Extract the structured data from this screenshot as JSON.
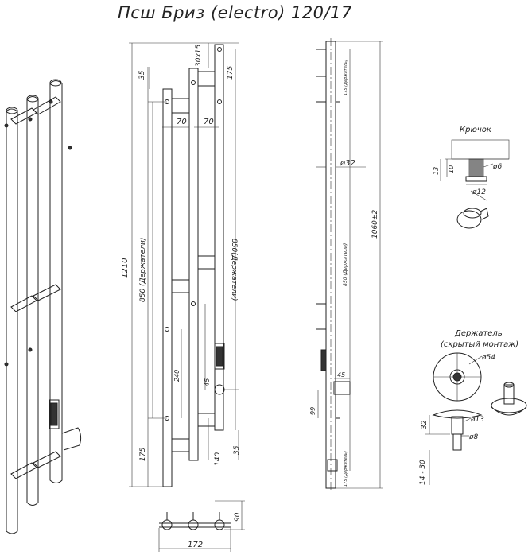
{
  "title": "Псш Бриз (electro) 120/17",
  "labels": {
    "d_35_top": "35",
    "d_30x15": "30x15",
    "d_175_top": "175",
    "d_70_left": "70",
    "d_70_right": "70",
    "d_1210": "1210",
    "d_850_holders_left": "850 (Держатели)",
    "d_850_holders_right": "850(Держатели)",
    "d_240": "240",
    "d_45_front": "45",
    "d_175_bottom": "175",
    "d_140": "140",
    "d_35_bottom": "35",
    "d_90": "90",
    "d_172": "172",
    "d_32_dia": "ø32",
    "d_1060": "1060±2",
    "d_850_side": "850 (Держатели)",
    "d_175_side_top": "175 (Держатель)",
    "d_175_side_bottom": "175 (Держатель)",
    "d_45_side": "45",
    "d_99": "99",
    "hook_title": "Крючок",
    "hook_13": "13",
    "hook_10": "10",
    "hook_6": "ø6",
    "hook_12": "ø12",
    "holder_title_1": "Держатель",
    "holder_title_2": "(скрытый монтаж)",
    "holder_54": "ø54",
    "holder_13": "ø13",
    "holder_32": "32",
    "holder_8": "ø8",
    "holder_14_30": "14 - 30"
  }
}
